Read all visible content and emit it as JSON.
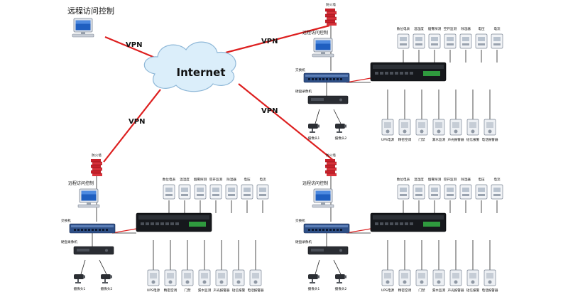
{
  "title": "远程访问控制",
  "cloud_label": "Internet",
  "vpn_label": "VPN",
  "colors": {
    "wan": "#dd1f1f",
    "lan": "#222222",
    "cloud": "#dbeefa",
    "firewall": "#c8202a"
  },
  "site": {
    "title": "远程访问控制",
    "firewall": "防火墙",
    "switch": "交换机",
    "nvr": "硬盘录像机",
    "camera1": "摄像头1",
    "camera2": "摄像头2",
    "top_devices": [
      "数位电表",
      "温湿度",
      "烟雾探测",
      "空开监测",
      "除湿器",
      "电压",
      "电流"
    ],
    "bottom_devices": [
      "UPS电源",
      "精密空调",
      "门禁",
      "漏水监测",
      "声光报警器",
      "短信报警",
      "电话报警器"
    ]
  }
}
